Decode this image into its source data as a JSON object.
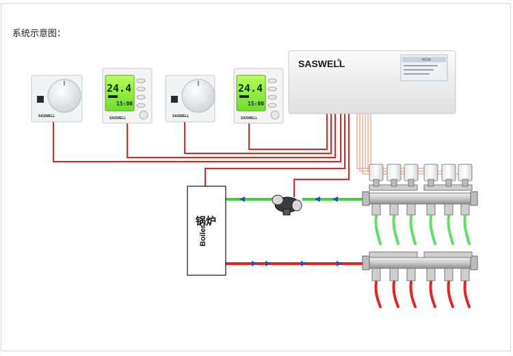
{
  "page": {
    "title": "系统示意图："
  },
  "controller": {
    "brand": "SASWELL",
    "registered": "®",
    "label_model": "HC08"
  },
  "thermostats": [
    {
      "type": "dial",
      "brand": "SASWELL"
    },
    {
      "type": "lcd",
      "brand": "SASWELL",
      "temperature": "24.4",
      "time": "15:00"
    },
    {
      "type": "dial",
      "brand": "SASWELL"
    },
    {
      "type": "lcd",
      "brand": "SASWELL",
      "temperature": "24.4",
      "time": "15:00"
    }
  ],
  "boiler": {
    "label_cn": "锅炉",
    "label_en": "Boiler"
  },
  "colors": {
    "supply": "#e8231e",
    "return": "#3fd23f",
    "wire": "#e8231e",
    "actuator_wire": "#f0a080",
    "frame": "#d6d6d6"
  }
}
